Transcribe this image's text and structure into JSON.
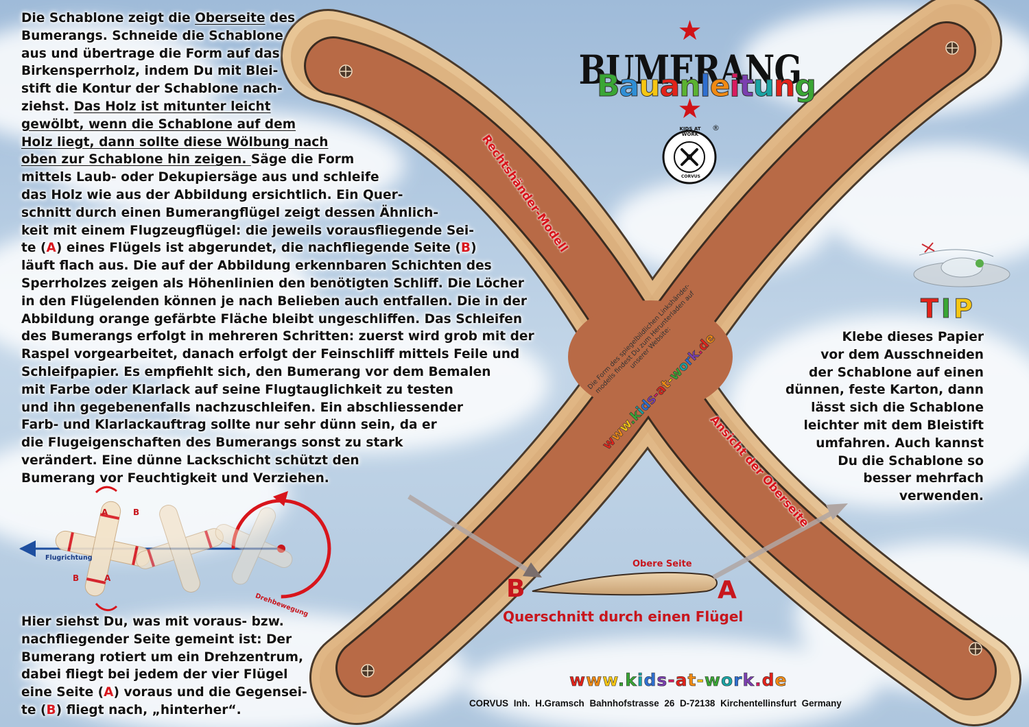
{
  "title": "BUMERANG",
  "subtitle_letters": [
    {
      "ch": "B",
      "c": "#3aa635"
    },
    {
      "ch": "a",
      "c": "#2f8fd6"
    },
    {
      "ch": "u",
      "c": "#f6c613"
    },
    {
      "ch": "a",
      "c": "#e2231a"
    },
    {
      "ch": "n",
      "c": "#5bb332"
    },
    {
      "ch": "l",
      "c": "#2f6fd0"
    },
    {
      "ch": "e",
      "c": "#f08a14"
    },
    {
      "ch": "i",
      "c": "#d81b60"
    },
    {
      "ch": "t",
      "c": "#7b3fb0"
    },
    {
      "ch": "u",
      "c": "#1aa3a3"
    },
    {
      "ch": "n",
      "c": "#e2231a"
    },
    {
      "ch": "g",
      "c": "#3aa635"
    }
  ],
  "logo": {
    "top_text": "KIDS AT WORK",
    "bottom_text": "CORVUS",
    "registered": "®"
  },
  "main_text": [
    [
      "Die Schablone zeigt die ",
      {
        "u": "Oberseite"
      },
      " des"
    ],
    [
      "Bumerangs. Schneide die Schablone"
    ],
    [
      "aus und übertrage die Form auf das"
    ],
    [
      "Birkensperrholz, indem Du mit Blei-"
    ],
    [
      "stift die Kontur der Schablone nach-"
    ],
    [
      "ziehst. ",
      {
        "u": "Das Holz ist mitunter leicht"
      }
    ],
    [
      {
        "u": "gewölbt, wenn die Schablone auf dem "
      }
    ],
    [
      {
        "u": "Holz liegt, dann sollte diese Wölbung nach"
      }
    ],
    [
      {
        "u": "oben zur Schablone hin zeigen. "
      },
      "Säge die Form"
    ],
    [
      "mittels Laub- oder Dekupiersäge aus und schleife"
    ],
    [
      "das Holz wie aus der Abbildung ersichtlich. Ein Quer-"
    ],
    [
      "schnitt durch einen Bumerangflügel zeigt dessen Ähnlich-"
    ],
    [
      "keit mit einem Flugzeugflügel: die jeweils vorausfliegende Sei-"
    ],
    [
      "te (",
      {
        "r": "A"
      },
      ") eines Flügels ist abgerundet, die nachfliegende Seite (",
      {
        "r": "B"
      },
      ")"
    ],
    [
      "läuft flach aus. Die auf der Abbildung erkennbaren Schichten des"
    ],
    [
      "Sperrholzes zeigen als Höhenlinien den benötigten Schliff. Die Löcher"
    ],
    [
      "in den Flügelenden können je nach Belieben auch entfallen. Die in der"
    ],
    [
      "Abbildung orange gefärbte Fläche bleibt ungeschliffen. Das Schleifen"
    ],
    [
      "des Bumerangs erfolgt in mehreren Schritten: zuerst wird grob mit der"
    ],
    [
      "Raspel vorgearbeitet, danach erfolgt der Feinschliff mittels Feile und"
    ],
    [
      "Schleifpapier. Es empfiehlt sich, den Bumerang vor dem Bemalen"
    ],
    [
      "mit Farbe oder Klarlack auf seine Flugtauglichkeit zu testen"
    ],
    [
      "und ihn gegebenenfalls nachzuschleifen. Ein abschliessender"
    ],
    [
      "Farb- und Klarlackauftrag sollte nur sehr dünn sein, da er"
    ],
    [
      "die Flugeigenschaften des Bumerangs sonst zu stark"
    ],
    [
      "verändert. Eine dünne Lackschicht schützt den"
    ],
    [
      "Bumerang vor Feuchtigkeit und Verziehen."
    ]
  ],
  "bottom_text": [
    [
      "Hier siehst Du, was mit voraus- bzw."
    ],
    [
      "nachfliegender Seite gemeint ist: Der"
    ],
    [
      "Bumerang rotiert um ein Drehzentrum,"
    ],
    [
      "dabei fliegt bei jedem der vier Flügel"
    ],
    [
      "eine Seite (",
      {
        "r": "A"
      },
      ") voraus und die Gegensei-"
    ],
    [
      "te (",
      {
        "r": "B"
      },
      ") fliegt nach, „hinterher“."
    ]
  ],
  "tip_title_letters": [
    {
      "ch": "T",
      "c": "#e2231a"
    },
    {
      "ch": "I",
      "c": "#3aa635"
    },
    {
      "ch": "P",
      "c": "#f6c613"
    }
  ],
  "tip_text": [
    "Klebe dieses Papier",
    "vor dem Ausschneiden",
    "der Schablone auf einen",
    "dünnen, feste Karton, dann",
    "lässt sich die Schablone",
    "leichter mit dem Bleistift",
    "umfahren. Auch kannst",
    "Du die Schablone so",
    "besser mehrfach",
    "verwenden."
  ],
  "label_right_hand": "Rechtshänder-Modell",
  "label_top_view": "Ansicht der Oberseite",
  "center_note": "Die Form des spiegelbildlichen Linkshänder-modells findest Du zum Herunterladen auf unserer Website:",
  "url_letters": [
    {
      "ch": "w",
      "c": "#e2231a"
    },
    {
      "ch": "w",
      "c": "#f08a14"
    },
    {
      "ch": "w",
      "c": "#f6c613"
    },
    {
      "ch": ".",
      "c": "#3aa635"
    },
    {
      "ch": "k",
      "c": "#3aa635"
    },
    {
      "ch": "i",
      "c": "#1aa3a3"
    },
    {
      "ch": "d",
      "c": "#2f6fd0"
    },
    {
      "ch": "s",
      "c": "#7b3fb0"
    },
    {
      "ch": "-",
      "c": "#d81b60"
    },
    {
      "ch": "a",
      "c": "#e2231a"
    },
    {
      "ch": "t",
      "c": "#f08a14"
    },
    {
      "ch": "-",
      "c": "#f6c613"
    },
    {
      "ch": "w",
      "c": "#3aa635"
    },
    {
      "ch": "o",
      "c": "#1aa3a3"
    },
    {
      "ch": "r",
      "c": "#2f6fd0"
    },
    {
      "ch": "k",
      "c": "#7b3fb0"
    },
    {
      "ch": ".",
      "c": "#d81b60"
    },
    {
      "ch": "d",
      "c": "#e2231a"
    },
    {
      "ch": "e",
      "c": "#f08a14"
    }
  ],
  "cross_section": {
    "top_label": "Obere Seite",
    "caption": "Querschnitt durch einen Flügel",
    "left": "B",
    "right": "A"
  },
  "diagram": {
    "direction_label": "Flugrichtung",
    "rotation_label": "Drehbewegung",
    "letter_a": "A",
    "letter_b": "B"
  },
  "footer": "CORVUS  Inh. H.Gramsch  Bahnhofstrasse 26  D-72138  Kirchentellinsfurt  Germany",
  "colors": {
    "accent_red": "#d8151c",
    "wood": "#e7c08f",
    "veneer": "#b86a46"
  }
}
